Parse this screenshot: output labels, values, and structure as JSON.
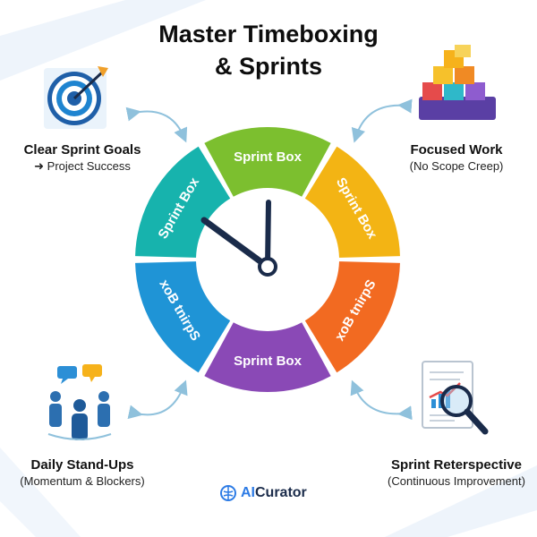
{
  "title_line1": "Master Timeboxing",
  "title_line2": "& Sprints",
  "segments": [
    {
      "label": "Sprint Box",
      "color": "#7cbf2f"
    },
    {
      "label": "Sprint Box",
      "color": "#f3b414"
    },
    {
      "label": "xoB tnirpS",
      "color": "#f26a21"
    },
    {
      "label": "Sprint Box",
      "color": "#8a49b6"
    },
    {
      "label": "xoB tnirpS",
      "color": "#1f94d6"
    },
    {
      "label": "Sprint Box",
      "color": "#17b3ad"
    }
  ],
  "corners": {
    "top_left": {
      "head": "Clear Sprint Goals",
      "sub": "➜ Project Success",
      "icon": "target-icon"
    },
    "top_right": {
      "head": "Focused Work",
      "sub": "(No Scope Creep)",
      "icon": "blocks-icon"
    },
    "bottom_left": {
      "head": "Daily Stand-Ups",
      "sub": "(Momentum & Blockers)",
      "icon": "team-icon"
    },
    "bottom_right": {
      "head": "Sprint Reterspective",
      "sub": "(Continuous Improvement)",
      "icon": "report-magnifier-icon"
    }
  },
  "brand": {
    "ai": "AI",
    "rest": "Curator",
    "icon": "brain-icon"
  }
}
